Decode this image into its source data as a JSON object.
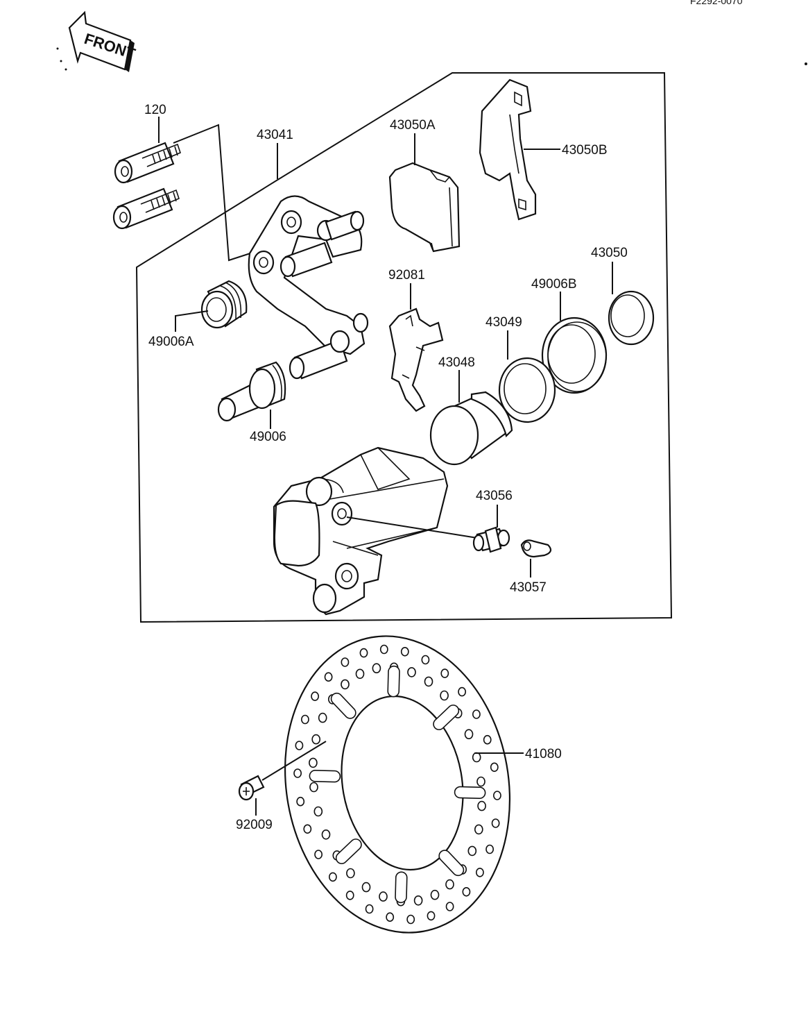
{
  "corner_code": "F2292-0070",
  "direction_label": "FRONT",
  "part_labels": {
    "p120": "120",
    "p43041": "43041",
    "p43050A": "43050A",
    "p43050B": "43050B",
    "p92081": "92081",
    "p43050": "43050",
    "p49006B": "49006B",
    "p43049": "43049",
    "p49006A": "49006A",
    "p43048": "43048",
    "p49006": "49006",
    "p43056": "43056",
    "p43057": "43057",
    "p41080": "41080",
    "p92009": "92009"
  },
  "colors": {
    "ink": "#111111",
    "paper": "#ffffff"
  }
}
